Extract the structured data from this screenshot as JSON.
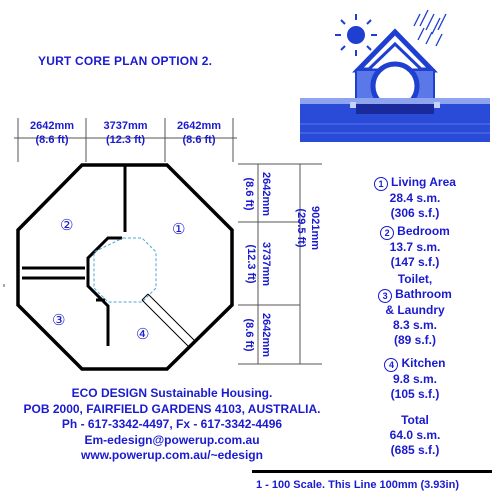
{
  "title": "YURT CORE PLAN OPTION 2.",
  "top_dims": [
    {
      "mm": "2642mm",
      "ft": "(8.6 ft)"
    },
    {
      "mm": "3737mm",
      "ft": "(12.3 ft)"
    },
    {
      "mm": "2642mm",
      "ft": "(8.6 ft)"
    }
  ],
  "side_dims": [
    {
      "mm": "2642mm",
      "ft": "(8.6 ft)"
    },
    {
      "mm": "3737mm",
      "ft": "(12.3 ft)"
    },
    {
      "mm": "2642mm",
      "ft": "(8.6 ft)"
    }
  ],
  "overall_dim": {
    "mm": "9021mm",
    "ft": "(29.5 ft)"
  },
  "plan_labels": [
    "①",
    "②",
    "③",
    "④"
  ],
  "rooms": [
    {
      "num": "1",
      "name": "Living Area",
      "area_m": "28.4 s.m.",
      "area_f": "(306 s.f.)"
    },
    {
      "num": "2",
      "name": "Bedroom",
      "area_m": "13.7 s.m.",
      "area_f": "(147 s.f.)"
    },
    {
      "num": "3",
      "name_pre": "Toilet,",
      "name": "Bathroom",
      "name_post": "& Laundry",
      "area_m": "8.3 s.m.",
      "area_f": "(89 s.f.)"
    },
    {
      "num": "4",
      "name": "Kitchen",
      "area_m": "9.8 s.m.",
      "area_f": "(105 s.f.)"
    }
  ],
  "total": {
    "label": "Total",
    "area_m": "64.0 s.m.",
    "area_f": "(685 s.f.)"
  },
  "footer": [
    "ECO DESIGN Sustainable Housing.",
    "POB 2000, FAIRFIELD GARDENS 4103, AUSTRALIA.",
    "Ph - 617-3342-4497, Fx - 617-3342-4496",
    "Em-edesign@powerup.com.au",
    "www.powerup.com.au/~edesign"
  ],
  "scale_text": "1 - 100 Scale. This Line 100mm (3.93in)",
  "colors": {
    "text": "#1a1ad0",
    "wall": "#000000",
    "core_dash": "#4aa8d8",
    "logo_blue": "#1e3fd0"
  }
}
